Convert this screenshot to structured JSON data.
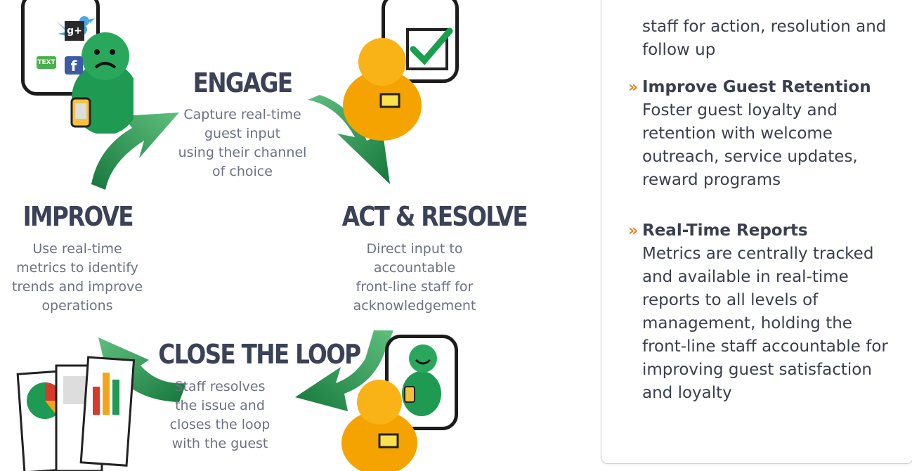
{
  "stages": {
    "engage": {
      "title": "ENGAGE",
      "desc": [
        "Capture real-time",
        "guest input",
        "using their channel",
        "of choice"
      ]
    },
    "act": {
      "title": "ACT & RESOLVE",
      "desc": [
        "Direct input to",
        "accountable",
        "front-line staff for",
        "acknowledgement"
      ]
    },
    "close": {
      "title": "CLOSE THE LOOP",
      "desc": [
        "Staff resolves",
        "the issue and",
        "closes the loop",
        "with the guest"
      ]
    },
    "improve": {
      "title": "IMPROVE",
      "desc": [
        "Use real-time",
        "metrics to identify",
        "trends and improve",
        "operations"
      ]
    }
  },
  "features": {
    "partial": [
      "staff for action, resolution and",
      "follow up"
    ],
    "items": [
      {
        "title": "Improve Guest Retention",
        "lines": [
          "Foster guest loyalty and",
          "retention with welcome",
          "outreach, service updates,",
          "reward programs"
        ]
      },
      {
        "title": "Real-Time Reports",
        "lines": [
          "Metrics are centrally tracked",
          "and available in real-time",
          "reports to all levels of",
          "management, holding the",
          "front-line staff accountable for",
          "improving guest satisfaction",
          "and loyalty"
        ]
      }
    ]
  },
  "icons": {
    "social_badges": {
      "text": "TEXT",
      "gplus": "g+",
      "facebook": "f"
    }
  },
  "colors": {
    "green": "#1f8f4c",
    "orange": "#f5a000",
    "dark_text": "#3b4257",
    "gray_text": "#6c7284",
    "accent": "#e88424"
  }
}
